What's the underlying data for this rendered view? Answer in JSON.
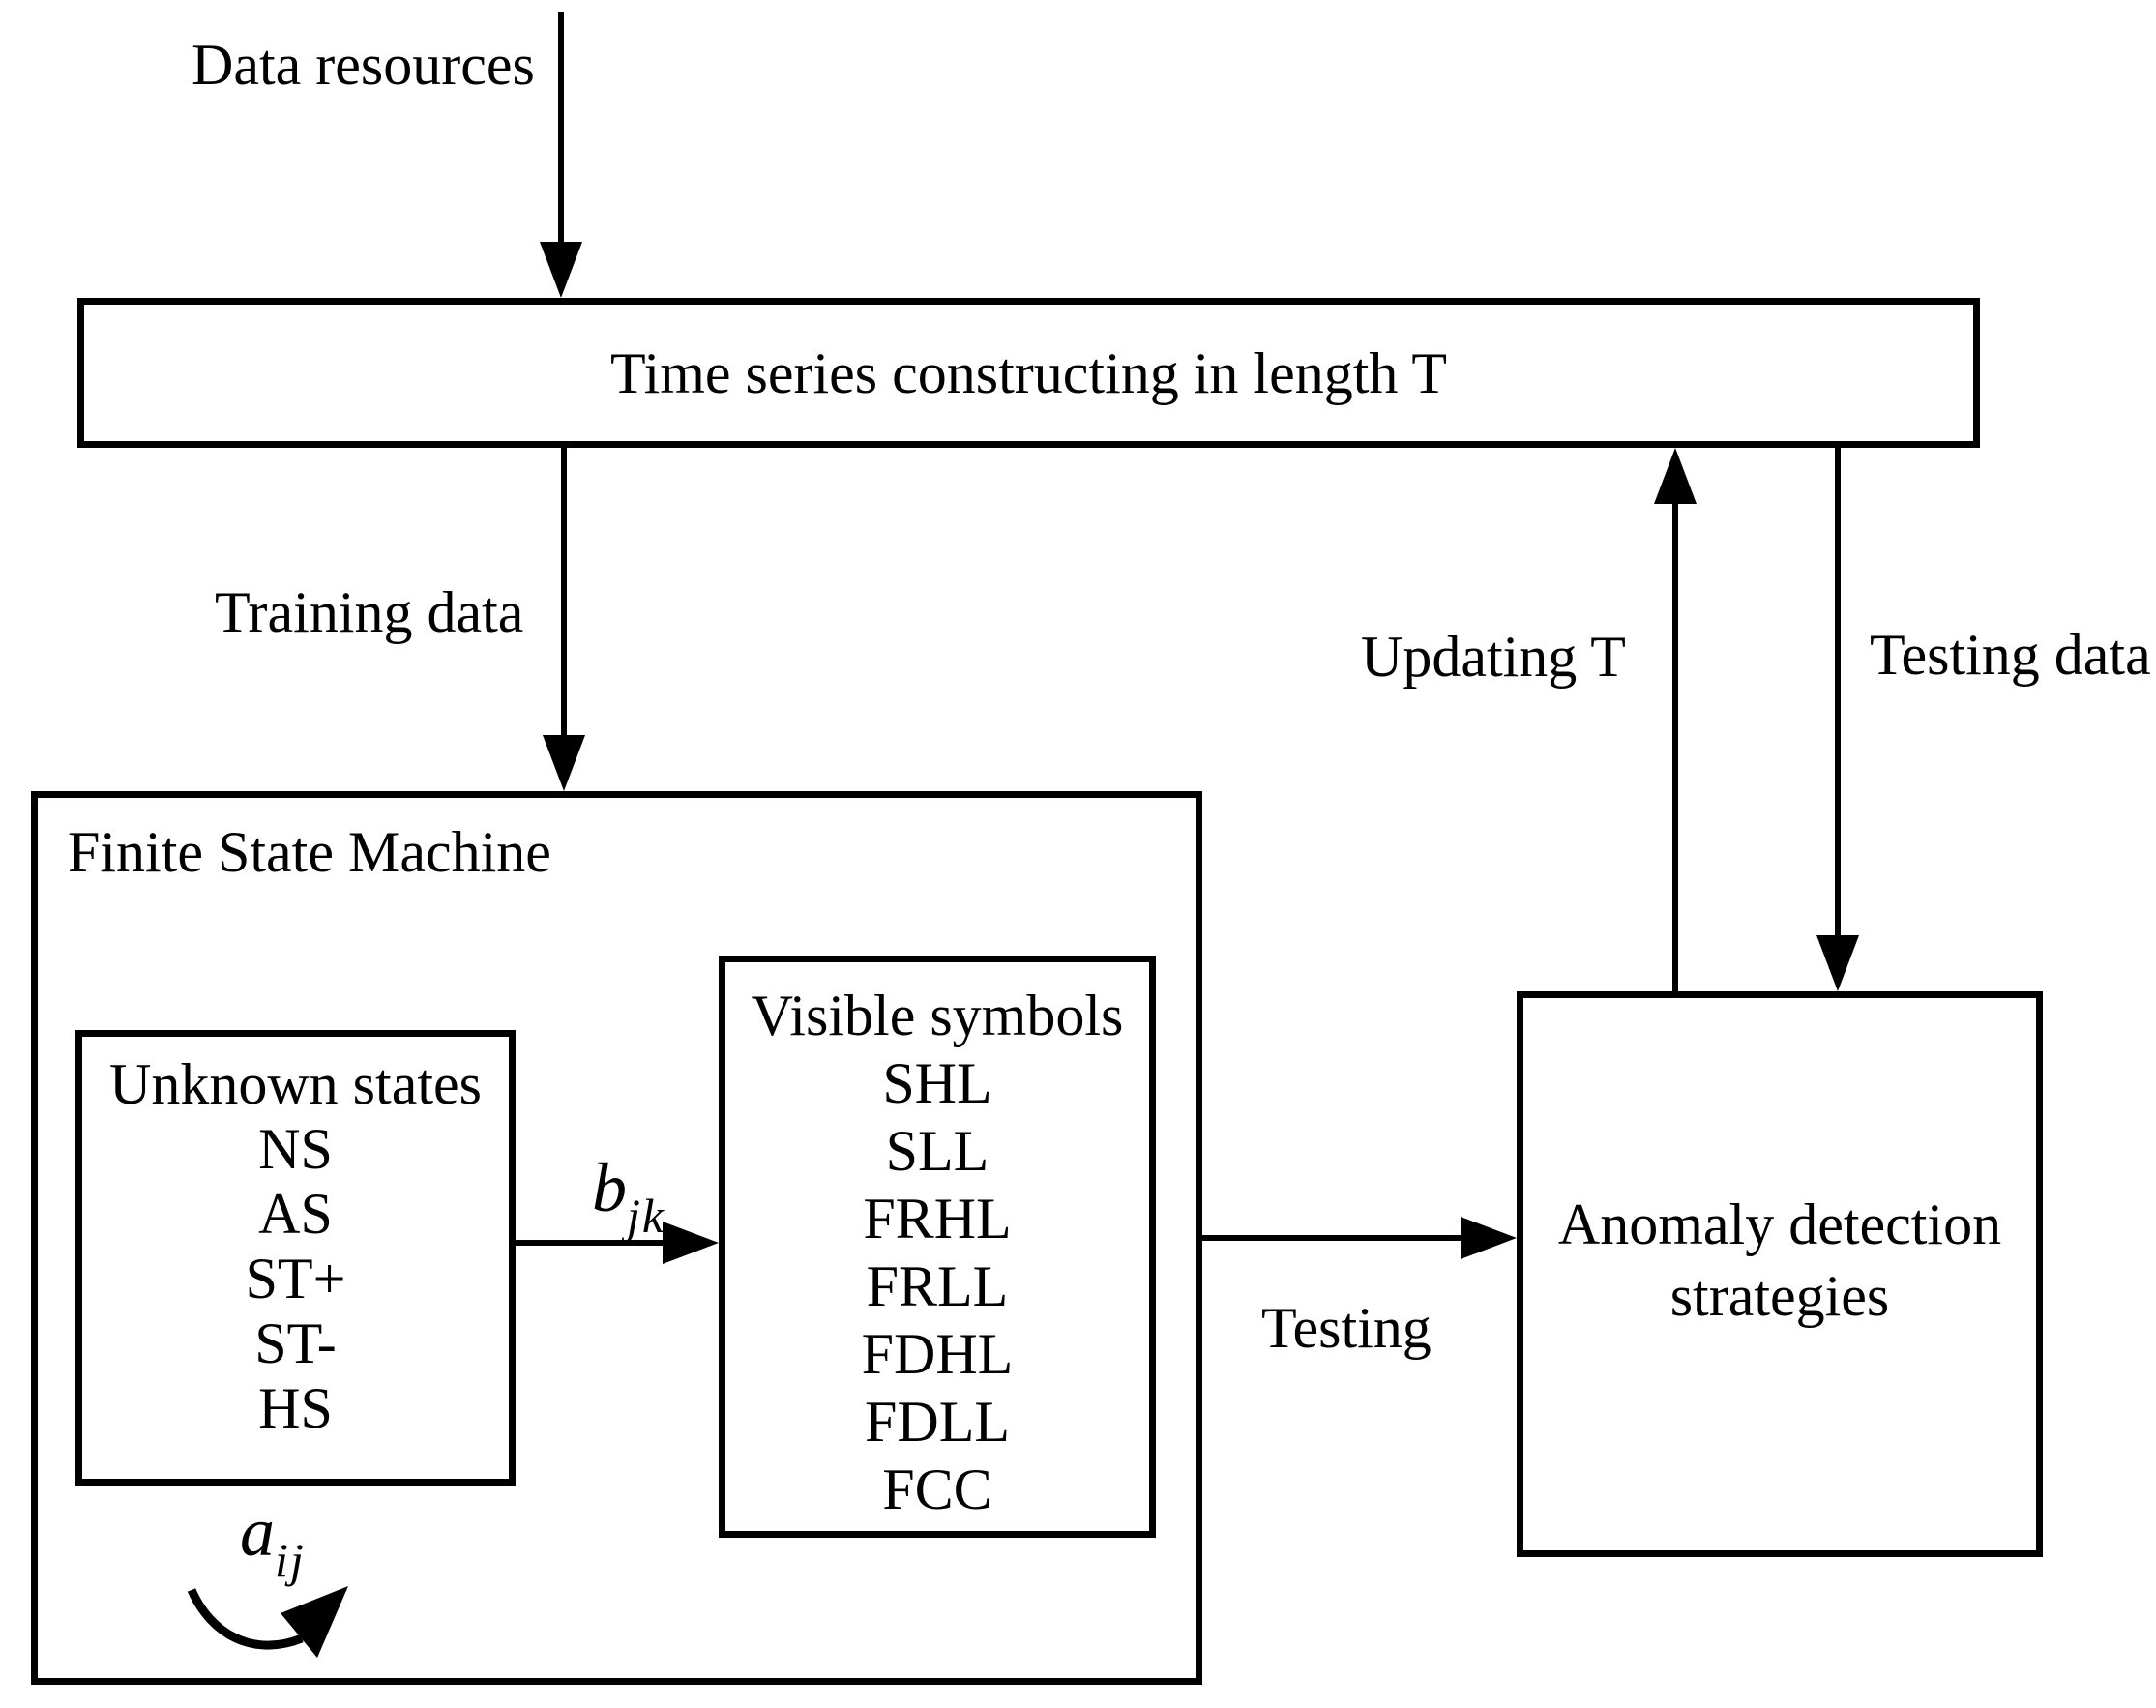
{
  "diagram": {
    "background_color": "#ffffff",
    "line_color": "#000000",
    "edge_labels": {
      "data_resources": "Data resources",
      "training_data": "Training data",
      "updating_t": "Updating T",
      "testing_data": "Testing data",
      "testing": "Testing"
    },
    "nodes": {
      "time_series": {
        "label": "Time series constructing in length T"
      },
      "fsm": {
        "title": "Finite State Machine"
      },
      "unknown_states": {
        "title": "Unknown states",
        "items": [
          "NS",
          "AS",
          "ST+",
          "ST-",
          "HS"
        ]
      },
      "visible_symbols": {
        "title": "Visible symbols",
        "items": [
          "SHL",
          "SLL",
          "FRHL",
          "FRLL",
          "FDHL",
          "FDLL",
          "FCC"
        ]
      },
      "anomaly": {
        "label": "Anomaly detection strategies"
      }
    },
    "math": {
      "transition_label": {
        "base": "a",
        "sub": "ij"
      },
      "emission_label": {
        "base": "b",
        "sub": "jk"
      }
    }
  }
}
